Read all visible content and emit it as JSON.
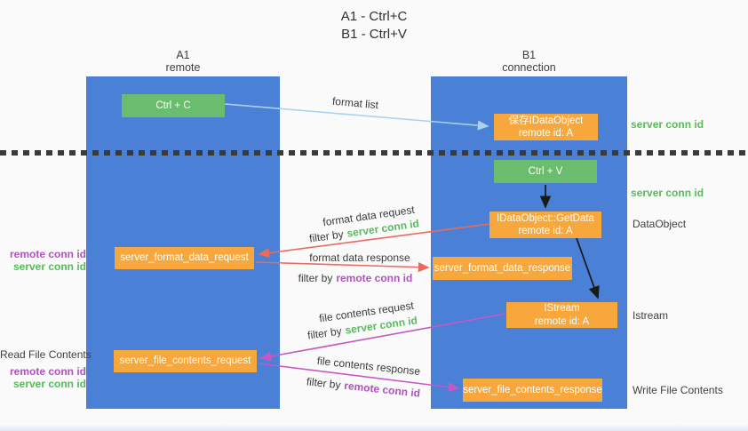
{
  "title": {
    "line1": "A1 - Ctrl+C",
    "line2": "B1 - Ctrl+V"
  },
  "columns": {
    "left": {
      "name": "A1",
      "role": "remote"
    },
    "right": {
      "name": "B1",
      "role": "connection"
    }
  },
  "boxes": {
    "ctrl_c": {
      "label": "Ctrl + C"
    },
    "ctrl_v": {
      "label": "Ctrl + V"
    },
    "save_dataobject": {
      "line1": "保存IDataObject",
      "line2": "remote id: A"
    },
    "getdata": {
      "line1": "IDataObject::GetData",
      "line2": "remote id: A"
    },
    "istream": {
      "line1": "IStream",
      "line2": "remote id: A"
    },
    "format_data_request": {
      "label": "server_format_data_request"
    },
    "format_data_response": {
      "label": "server_format_data_response"
    },
    "file_contents_request": {
      "label": "server_file_contents_request"
    },
    "file_contents_response": {
      "label": "server_file_contents_response"
    }
  },
  "arrows": {
    "format_list": {
      "label": "format list"
    },
    "format_data_request": {
      "label": "format data request",
      "filter_prefix": "filter by",
      "filter_key": "server conn id"
    },
    "format_data_response": {
      "label": "format data response",
      "filter_prefix": "filter by",
      "filter_key": "remote conn id"
    },
    "file_contents_request": {
      "label": "file contents request",
      "filter_prefix": "filter by",
      "filter_key": "server conn id"
    },
    "file_contents_response": {
      "label": "file contents response",
      "filter_prefix": "filter by",
      "filter_key": "remote conn id"
    }
  },
  "side_labels": {
    "right_top_server_conn_id": "server conn id",
    "right_mid_server_conn_id": "server conn id",
    "dataobject": "DataObject",
    "istream": "Istream",
    "write_file_contents": "Write File Contents",
    "read_file_contents": "Read File Contents",
    "left_top_remote_conn_id": "remote conn id",
    "left_top_server_conn_id": "server conn id",
    "left_bottom_remote_conn_id": "remote conn id",
    "left_bottom_server_conn_id": "server conn id"
  },
  "colors": {
    "column_blue": "#4a80d5",
    "box_green": "#6abd6d",
    "box_orange": "#f8a73d",
    "arrow_light_blue": "#a8d3ee",
    "arrow_red": "#ec6a5c",
    "arrow_magenta": "#c558c5",
    "arrow_black": "#1a1a1a",
    "label_green": "#58ba5b",
    "label_purple": "#b052c0"
  }
}
